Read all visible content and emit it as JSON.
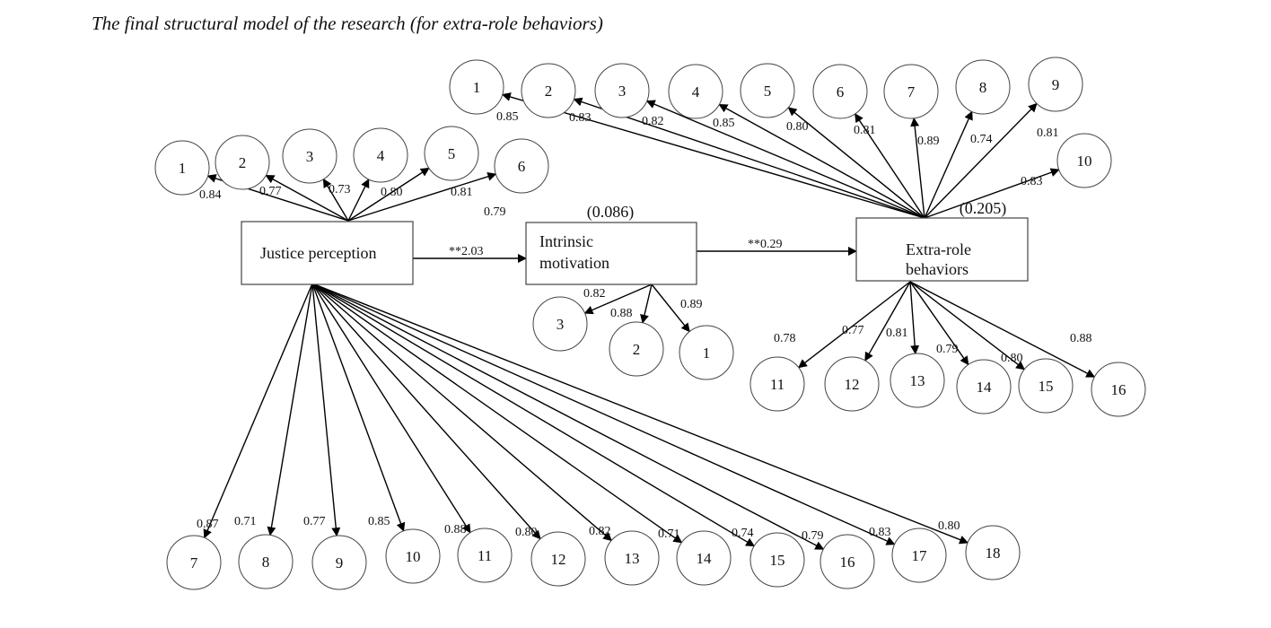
{
  "caption": "The final structural model of the research (for extra-role behaviors)",
  "constructs": {
    "justice": {
      "label_lines": [
        "Justice perception"
      ],
      "r2": ""
    },
    "intrinsic": {
      "label_lines": [
        "Intrinsic",
        "motivation"
      ],
      "r2": "(0.086)"
    },
    "extra": {
      "label_lines": [
        "Extra-role",
        "behaviors"
      ],
      "r2": "(0.205)"
    }
  },
  "structural_paths": [
    {
      "from": "justice",
      "to": "intrinsic",
      "label": "**2.03"
    },
    {
      "from": "intrinsic",
      "to": "extra",
      "label": "**0.29"
    }
  ],
  "indicators": {
    "justice_top": [
      {
        "id": "1",
        "loading": "0.84"
      },
      {
        "id": "2",
        "loading": "0.77"
      },
      {
        "id": "3",
        "loading": "0.73"
      },
      {
        "id": "4",
        "loading": "0.80"
      },
      {
        "id": "5",
        "loading": "0.81"
      },
      {
        "id": "6",
        "loading": "0.79"
      }
    ],
    "justice_bottom": [
      {
        "id": "7",
        "loading": "0.87"
      },
      {
        "id": "8",
        "loading": "0.71"
      },
      {
        "id": "9",
        "loading": "0.77"
      },
      {
        "id": "10",
        "loading": "0.85"
      },
      {
        "id": "11",
        "loading": "0.88"
      },
      {
        "id": "12",
        "loading": "0.80"
      },
      {
        "id": "13",
        "loading": "0.82"
      },
      {
        "id": "14",
        "loading": "0.71"
      },
      {
        "id": "15",
        "loading": "0.74"
      },
      {
        "id": "16",
        "loading": "0.79"
      },
      {
        "id": "17",
        "loading": "0.83"
      },
      {
        "id": "18",
        "loading": "0.80"
      }
    ],
    "intrinsic": [
      {
        "id": "3",
        "loading": "0.82"
      },
      {
        "id": "2",
        "loading": "0.88"
      },
      {
        "id": "1",
        "loading": "0.89"
      }
    ],
    "extra_top": [
      {
        "id": "1",
        "loading": "0.85"
      },
      {
        "id": "2",
        "loading": "0.83"
      },
      {
        "id": "3",
        "loading": "0.82"
      },
      {
        "id": "4",
        "loading": "0.85"
      },
      {
        "id": "5",
        "loading": "0.80"
      },
      {
        "id": "6",
        "loading": "0.81"
      },
      {
        "id": "7",
        "loading": "0.89"
      },
      {
        "id": "8",
        "loading": "0.74"
      },
      {
        "id": "9",
        "loading": "0.81"
      },
      {
        "id": "10",
        "loading": "0.83"
      }
    ],
    "extra_bottom": [
      {
        "id": "11",
        "loading": "0.78"
      },
      {
        "id": "12",
        "loading": "0.77"
      },
      {
        "id": "13",
        "loading": "0.81"
      },
      {
        "id": "14",
        "loading": "0.79"
      },
      {
        "id": "15",
        "loading": "0.80"
      },
      {
        "id": "16",
        "loading": "0.88"
      }
    ]
  }
}
